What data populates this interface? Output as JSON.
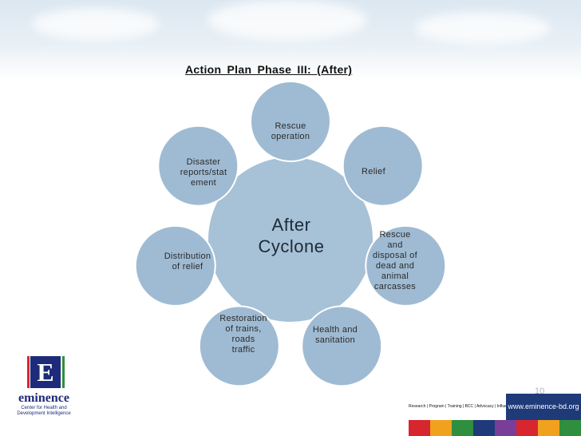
{
  "title": "Action  Plan  Phase  III: (After)",
  "center": {
    "line1": "After",
    "line2": "Cyclone"
  },
  "nodes": [
    {
      "lines": [
        "Rescue",
        "operation"
      ]
    },
    {
      "lines": [
        "Relief"
      ]
    },
    {
      "lines": [
        "Rescue",
        "and",
        "disposal of",
        "dead and",
        "animal",
        "carcasses"
      ]
    },
    {
      "lines": [
        "Health and",
        "sanitation"
      ]
    },
    {
      "lines": [
        "Restoration",
        "of trains,",
        "roads",
        "traffic"
      ]
    },
    {
      "lines": [
        "Distribution",
        "of relief"
      ]
    },
    {
      "lines": [
        "Disaster",
        "reports/stat",
        "ement"
      ]
    }
  ],
  "colors": {
    "circle_fill": "#9fbbd3",
    "circle_stroke": "#ffffff",
    "center_fill": "#a7c1d7",
    "logo_blue": "#1d2b7a",
    "footer_blue": "#1e3a78"
  },
  "logo": {
    "letter": "E",
    "name": "eminence",
    "tagline_1": "Center for Health and",
    "tagline_2": "Development Intelligence"
  },
  "footer": {
    "links": "Research | Program | Training | BCC | Advocacy | Influential Marketing",
    "url": "www.eminence-bd.org",
    "stripe_colors": [
      "#d8262e",
      "#f0a21e",
      "#2f8f3e",
      "#1e3a78",
      "#7a3e98",
      "#d8262e",
      "#f0a21e",
      "#2f8f3e"
    ]
  },
  "page_number": "10"
}
